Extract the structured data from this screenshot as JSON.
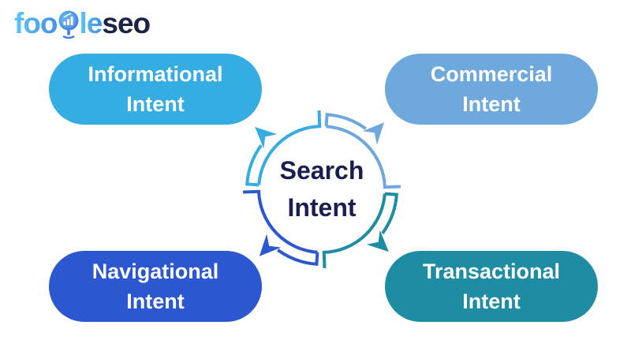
{
  "logo": {
    "part1": "foo",
    "part2": "le",
    "part3": "seo",
    "icon": "globe-chart-icon"
  },
  "center": {
    "line1": "Search",
    "line2": "Intent"
  },
  "pills": {
    "informational": {
      "line1": "Informational",
      "line2": "Intent"
    },
    "commercial": {
      "line1": "Commercial",
      "line2": "Intent"
    },
    "navigational": {
      "line1": "Navigational",
      "line2": "Intent"
    },
    "transactional": {
      "line1": "Transactional",
      "line2": "Intent"
    }
  },
  "colors": {
    "informational": "#35ACE2",
    "commercial": "#6FA8DC",
    "navigational": "#2B58D0",
    "transactional": "#1E8CA3",
    "title_navy": "#191D4F",
    "logo_navy": "#1B2444",
    "logo_blue_start": "#5FC7F2",
    "logo_blue_end": "#4496EA",
    "background": "#FFFFFF"
  }
}
